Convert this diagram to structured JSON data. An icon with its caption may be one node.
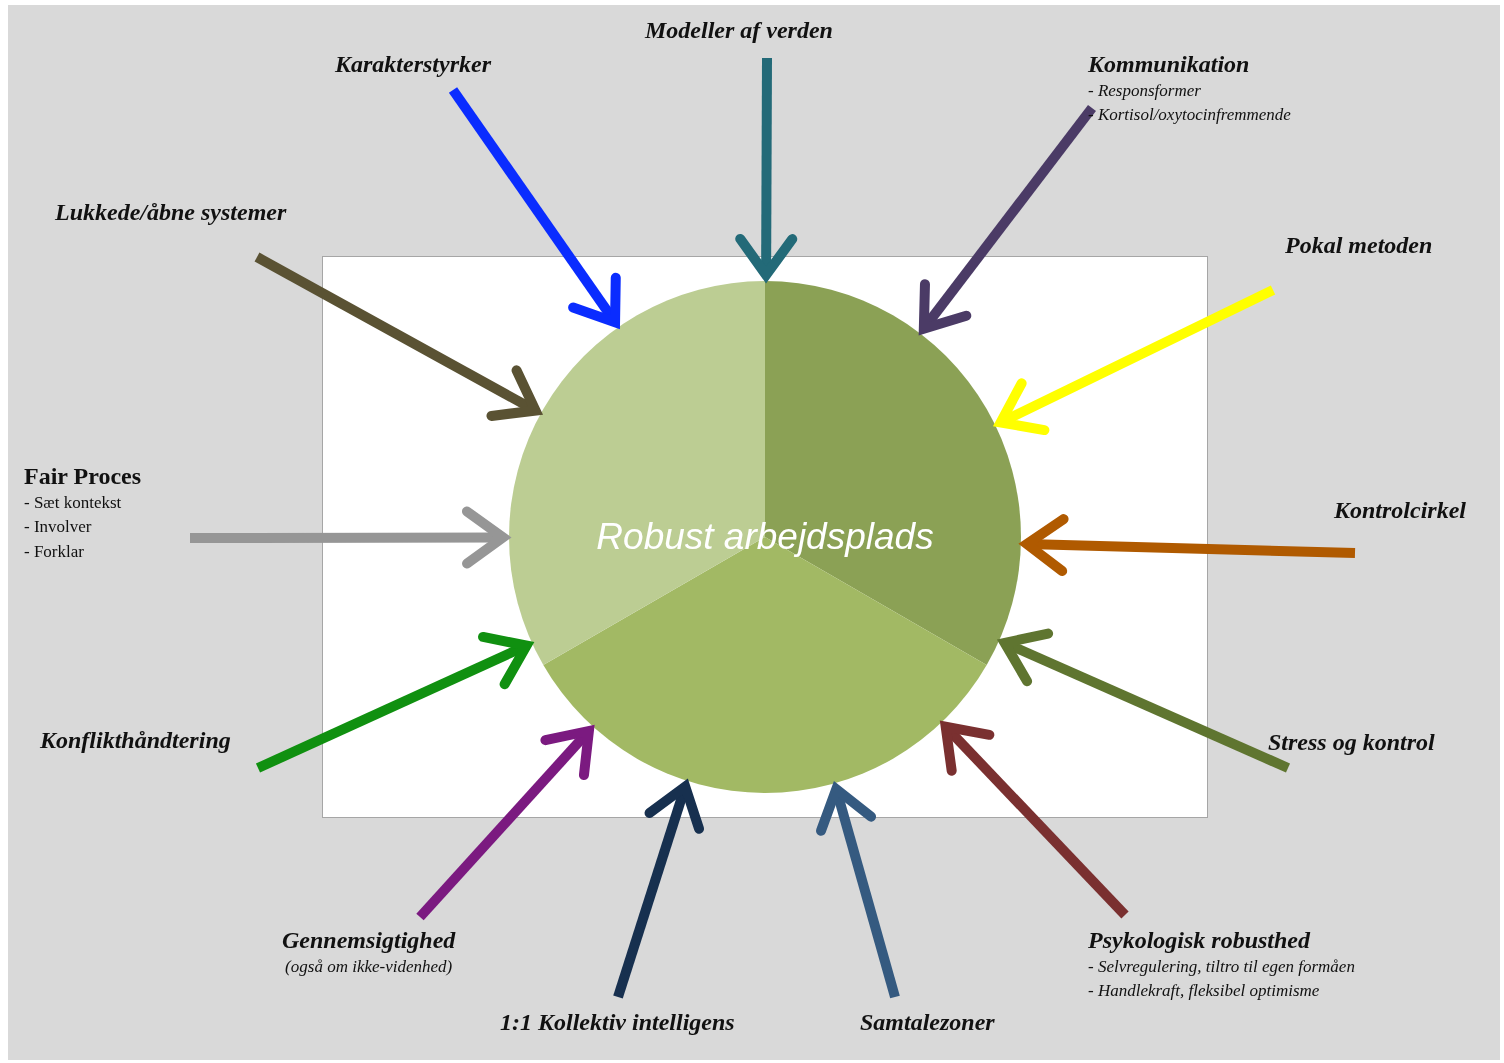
{
  "diagram": {
    "nodes": [
      {
        "text": [
          "Robust arbejdsplads"
        ]
      },
      {
        "text": [
          "Modeller af verden"
        ]
      },
      {
        "text": [
          "Karakterstyrker"
        ]
      },
      {
        "text": [
          "Kommunikation",
          "- Responsformer",
          "- Kortisol/oxytocinfremmende"
        ]
      },
      {
        "text": [
          "Lukkede/åbne systemer"
        ]
      },
      {
        "text": [
          "Pokal metoden"
        ]
      },
      {
        "text": [
          "Fair Proces",
          "- Sæt kontekst",
          "- Involver",
          "- Forklar"
        ]
      },
      {
        "text": [
          "Kontrolcirkel"
        ]
      },
      {
        "text": [
          "Konflikthåndtering"
        ]
      },
      {
        "text": [
          "Stress og kontrol"
        ]
      },
      {
        "text": [
          "Gennemsigtighed",
          "(også om ikke-videnhed)"
        ]
      },
      {
        "text": [
          "Psykologisk robusthed",
          "- Selvregulering, tiltro til egen formåen",
          "- Handlekraft, fleksibel optimisme"
        ]
      },
      {
        "text": [
          "1:1 Kollektiv intelligens"
        ]
      },
      {
        "text": [
          "Samtalezoner"
        ]
      }
    ],
    "edges": [
      {
        "from": 1,
        "to": 0,
        "arrow": "to",
        "color": "#236a78"
      },
      {
        "from": 2,
        "to": 0,
        "arrow": "to",
        "color": "#0a2cff"
      },
      {
        "from": 3,
        "to": 0,
        "arrow": "to",
        "color": "#4b3b66"
      },
      {
        "from": 4,
        "to": 0,
        "arrow": "to",
        "color": "#5a5233"
      },
      {
        "from": 5,
        "to": 0,
        "arrow": "to",
        "color": "#ffff00"
      },
      {
        "from": 6,
        "to": 0,
        "arrow": "to",
        "color": "#969696"
      },
      {
        "from": 7,
        "to": 0,
        "arrow": "to",
        "color": "#b05a00"
      },
      {
        "from": 8,
        "to": 0,
        "arrow": "to",
        "color": "#109010"
      },
      {
        "from": 9,
        "to": 0,
        "arrow": "to",
        "color": "#5f7530"
      },
      {
        "from": 10,
        "to": 0,
        "arrow": "to",
        "color": "#7b1a80"
      },
      {
        "from": 12,
        "to": 0,
        "arrow": "to",
        "color": "#17304f"
      },
      {
        "from": 13,
        "to": 0,
        "arrow": "to",
        "color": "#355a80"
      },
      {
        "from": 11,
        "to": 0,
        "arrow": "to",
        "color": "#7a3030"
      }
    ]
  }
}
